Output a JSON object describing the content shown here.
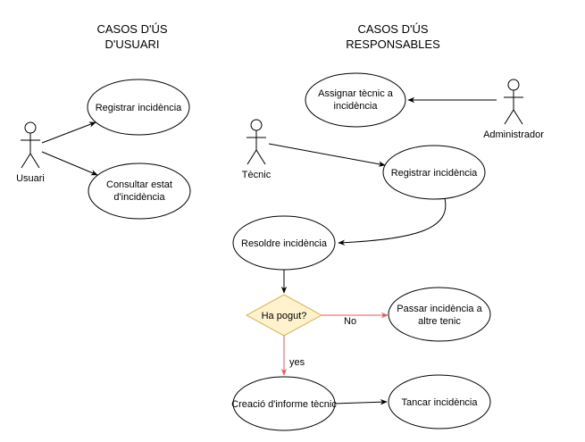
{
  "titles": {
    "user": [
      "CASOS D'ÚS",
      "D'USUARI"
    ],
    "responsible": [
      "CASOS D'ÚS",
      "RESPONSABLES"
    ]
  },
  "actors": {
    "usuari": "Usuari",
    "tecnic": "Tècnic",
    "administrador": "Administrador"
  },
  "use_cases": {
    "user_register": [
      "Registrar incidència"
    ],
    "user_consult": [
      "Consultar estat",
      "d'incidència"
    ],
    "assign": [
      "Assignar tècnic a",
      "incidència"
    ],
    "resp_register": [
      "Registrar incidència"
    ],
    "resolve": [
      "Resoldre incidència"
    ],
    "pass": [
      "Passar incidència a",
      "altre tenic"
    ],
    "report": [
      "Creació d'informe tècnic"
    ],
    "close": [
      "Tancar incidència"
    ]
  },
  "decision": {
    "label": "Ha pogut?",
    "no_label": "No",
    "yes_label": "yes"
  },
  "colors": {
    "stroke": "#000000",
    "decision_fill": "#fff2cc",
    "decision_stroke": "#d6b656",
    "branch_line": "#e05a5a"
  }
}
